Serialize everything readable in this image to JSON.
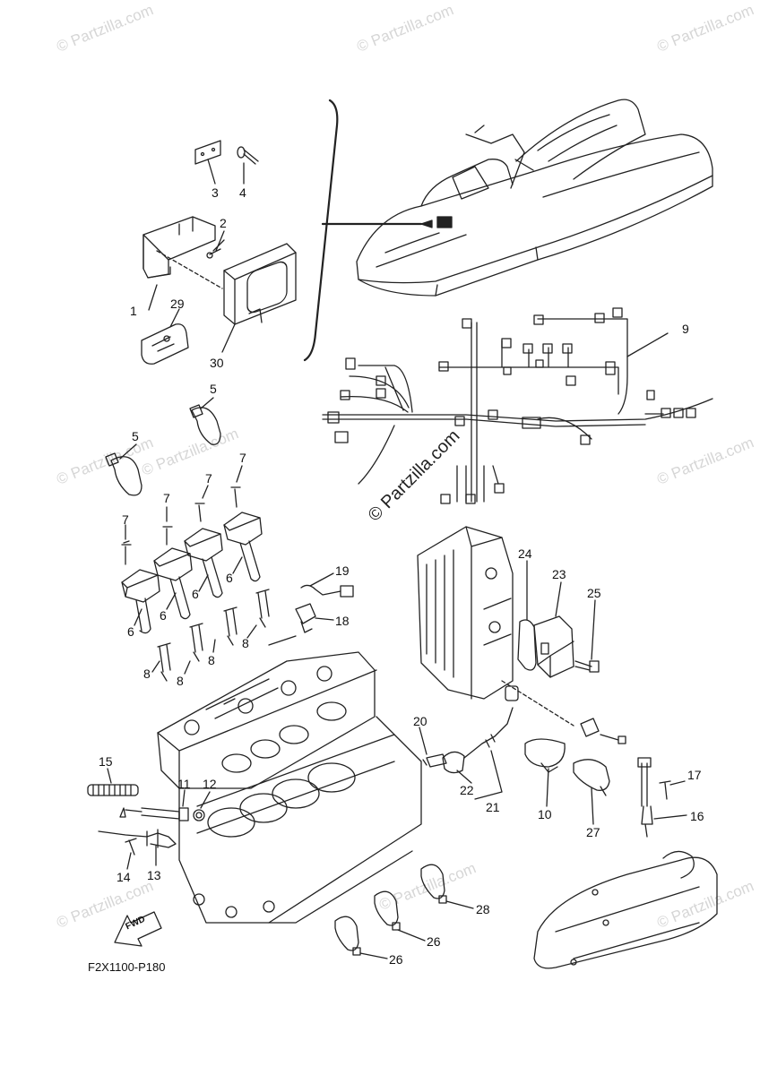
{
  "watermark": "© Partzilla.com",
  "diagram_code": "F2X1100-P180",
  "fwd_label": "FWD",
  "callouts": {
    "c1": "1",
    "c2": "2",
    "c3": "3",
    "c4": "4",
    "c5a": "5",
    "c5b": "5",
    "c6a": "6",
    "c6b": "6",
    "c6c": "6",
    "c6d": "6",
    "c7a": "7",
    "c7b": "7",
    "c7c": "7",
    "c7d": "7",
    "c8a": "8",
    "c8b": "8",
    "c8c": "8",
    "c8d": "8",
    "c9": "9",
    "c10": "10",
    "c11": "11",
    "c12": "12",
    "c13": "13",
    "c14": "14",
    "c15": "15",
    "c16": "16",
    "c17": "17",
    "c18": "18",
    "c19": "19",
    "c20": "20",
    "c21": "21",
    "c22": "22",
    "c23": "23",
    "c24": "24",
    "c25": "25",
    "c26a": "26",
    "c26b": "26",
    "c27": "27",
    "c28": "28",
    "c29": "29",
    "c30": "30"
  }
}
